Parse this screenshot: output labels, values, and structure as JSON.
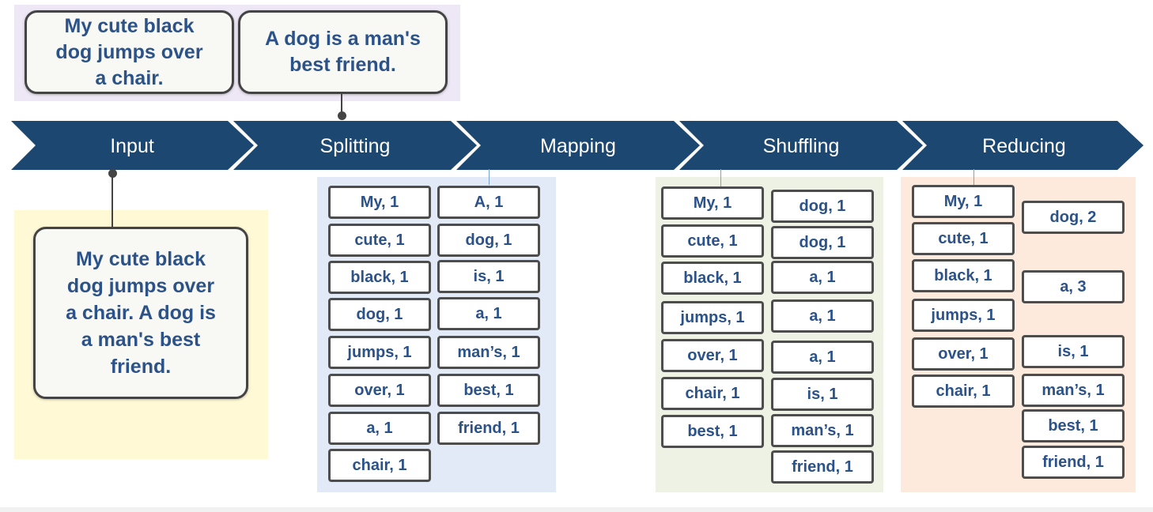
{
  "colors": {
    "chevron": "#1c4770",
    "box_text": "#2b5289",
    "input_doc_bg": "#eee7f5",
    "input_bg": "#fff9d6",
    "split_bg": "#e1eaf6",
    "shuffle_bg": "#eef2e4",
    "reduce_bg": "#fdeadc"
  },
  "stages": [
    "Input",
    "Splitting",
    "Mapping",
    "Shuffling",
    "Reducing"
  ],
  "input_docs": {
    "doc1": [
      "My cute black",
      "dog jumps over",
      "a chair."
    ],
    "doc2": [
      "A dog is a man's",
      "best friend."
    ]
  },
  "input_text": [
    "My cute black",
    "dog jumps over",
    "a chair. A dog is",
    "a man's best",
    "friend."
  ],
  "mapping": {
    "col1": [
      "My, 1",
      "cute, 1",
      "black, 1",
      "dog, 1",
      "jumps, 1",
      "over, 1",
      "a, 1",
      "chair, 1"
    ],
    "col2": [
      "A, 1",
      "dog, 1",
      "is, 1",
      "a, 1",
      "man’s, 1",
      "best, 1",
      "friend, 1"
    ]
  },
  "shuffling": {
    "col1": [
      "My, 1",
      "cute, 1",
      "black, 1",
      "jumps, 1",
      "over, 1",
      "chair, 1",
      "best, 1"
    ],
    "col2": [
      "dog, 1",
      "dog, 1",
      "a, 1",
      "a, 1",
      "a, 1",
      "is, 1",
      "man’s, 1",
      "friend, 1"
    ]
  },
  "reducing": {
    "col1": [
      "My, 1",
      "cute, 1",
      "black, 1",
      "jumps, 1",
      "over, 1",
      "chair, 1"
    ],
    "col2": [
      "dog, 2",
      "a, 3",
      "is, 1",
      "man’s, 1",
      "best, 1",
      "friend, 1"
    ]
  }
}
